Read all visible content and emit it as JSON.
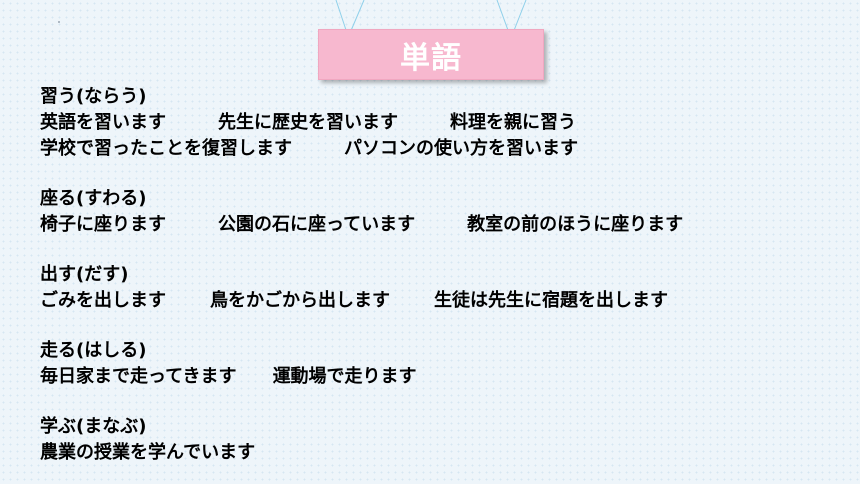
{
  "title": "単語",
  "groups": [
    {
      "word": "習う(ならう)",
      "lines": [
        [
          "英語を習います",
          "先生に歴史を習います",
          "料理を親に習う"
        ],
        [
          "学校で習ったことを復習します",
          "パソコンの使い方を習います"
        ]
      ]
    },
    {
      "word": "座る(すわる)",
      "lines": [
        [
          "椅子に座ります",
          "公園の石に座っています",
          "教室の前のほうに座ります"
        ]
      ]
    },
    {
      "word": "出す(だす)",
      "lines": [
        [
          "ごみを出します",
          "鳥をかごから出します",
          "生徒は先生に宿題を出します"
        ]
      ]
    },
    {
      "word": "走る(はしる)",
      "lines": [
        [
          "毎日家まで走ってきます",
          "運動場で走ります"
        ]
      ]
    },
    {
      "word": "学ぶ(まなぶ)",
      "lines": [
        [
          "農業の授業を学んでいます"
        ]
      ]
    }
  ],
  "colors": {
    "title_card": "#f7b8cf",
    "hanger_string": "#8fd0ea",
    "background": "#eef5fa"
  }
}
